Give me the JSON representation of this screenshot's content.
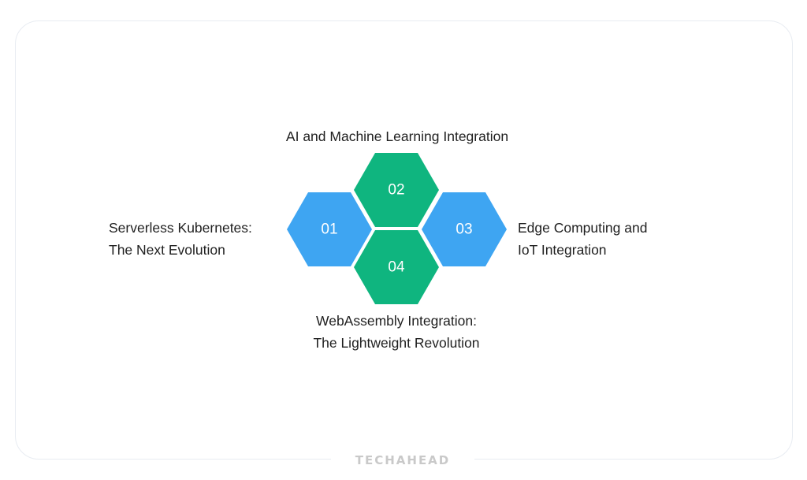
{
  "diagram": {
    "items": [
      {
        "number": "01",
        "lines": [
          "Serverless Kubernetes:",
          "The Next Evolution"
        ],
        "color": "#3ea5f2"
      },
      {
        "number": "02",
        "lines": [
          "AI and Machine Learning Integration"
        ],
        "color": "#0fb57f"
      },
      {
        "number": "03",
        "lines": [
          "Edge Computing and",
          "IoT Integration"
        ],
        "color": "#3ea5f2"
      },
      {
        "number": "04",
        "lines": [
          "WebAssembly Integration:",
          "The Lightweight Revolution"
        ],
        "color": "#0fb57f"
      }
    ]
  },
  "footer": {
    "brand": "TECHAHEAD"
  }
}
